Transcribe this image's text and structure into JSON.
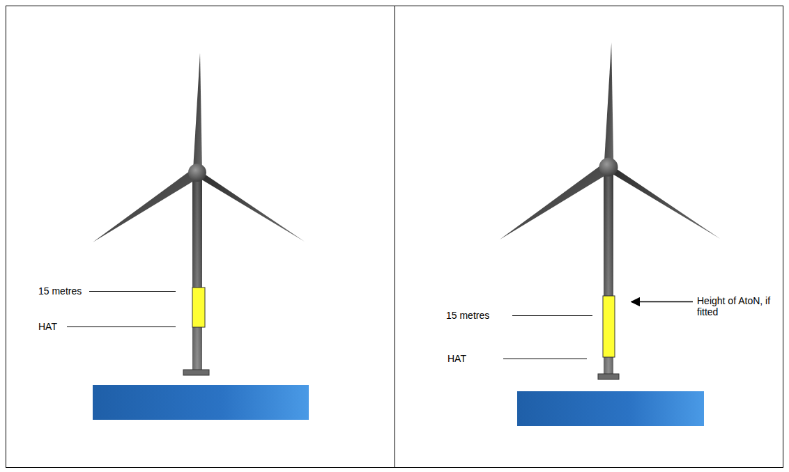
{
  "diagram": {
    "labels": [
      "15 metres",
      "HAT",
      "Height of AtoN, if fitted",
      "15 metres",
      "HAT"
    ]
  }
}
